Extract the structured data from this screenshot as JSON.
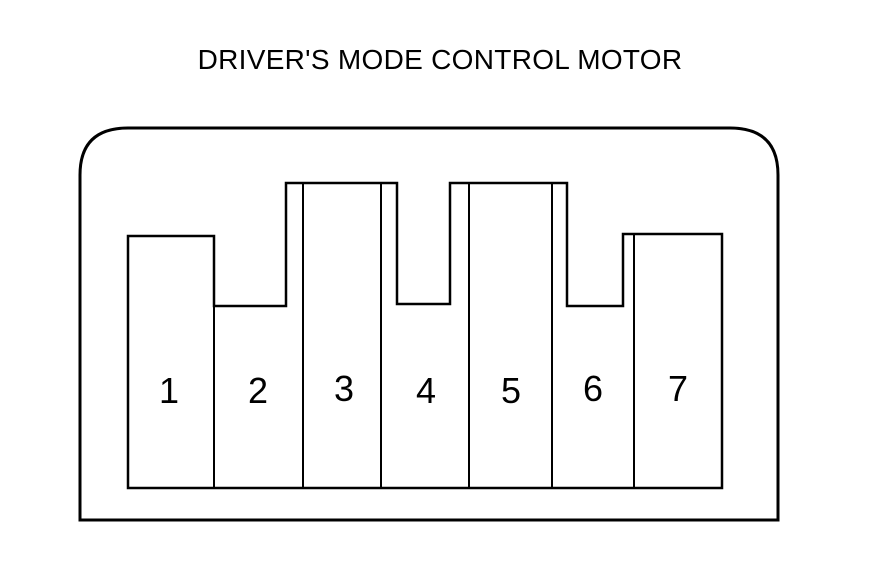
{
  "title": "DRIVER'S MODE CONTROL MOTOR",
  "connector": {
    "pins": [
      {
        "label": "1"
      },
      {
        "label": "2"
      },
      {
        "label": "3"
      },
      {
        "label": "4"
      },
      {
        "label": "5"
      },
      {
        "label": "6"
      },
      {
        "label": "7"
      }
    ]
  }
}
